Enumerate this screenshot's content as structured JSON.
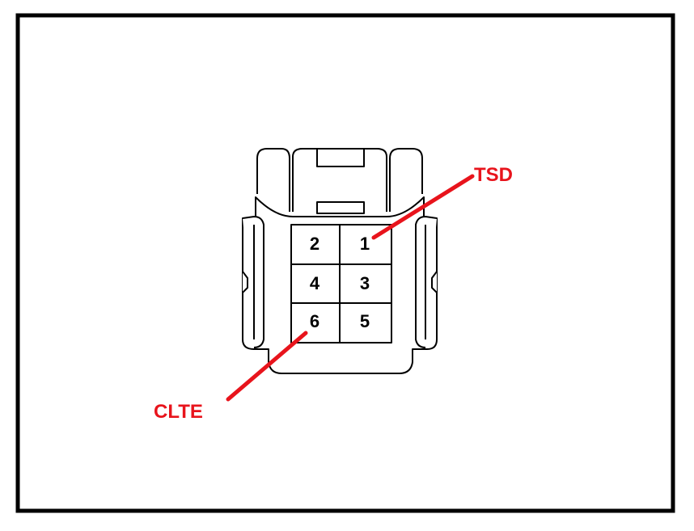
{
  "connector": {
    "pins": [
      {
        "number": "2"
      },
      {
        "number": "1"
      },
      {
        "number": "4"
      },
      {
        "number": "3"
      },
      {
        "number": "6"
      },
      {
        "number": "5"
      }
    ]
  },
  "callouts": {
    "tsd": {
      "label": "TSD",
      "pin": "1"
    },
    "clte": {
      "label": "CLTE",
      "pin": "6"
    }
  },
  "colors": {
    "outline": "#000000",
    "callout": "#e8141c",
    "background": "#ffffff"
  }
}
